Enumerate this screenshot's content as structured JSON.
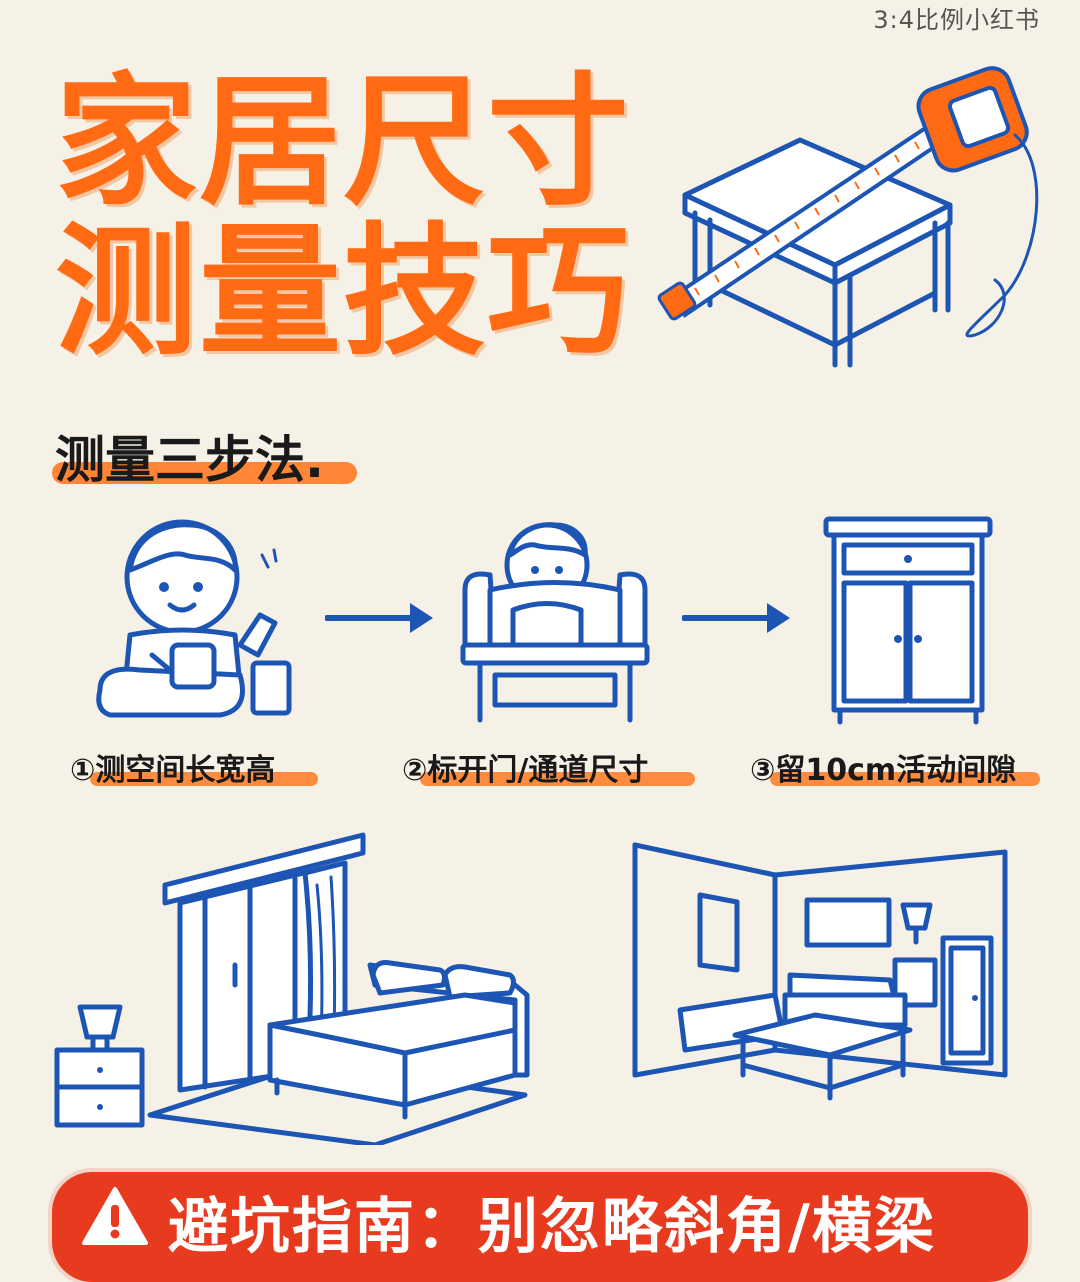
{
  "ratio_note": "3:4比例小红书",
  "title": {
    "line1": "家居尺寸",
    "line2": "测量技巧"
  },
  "section": {
    "title": "测量三步法."
  },
  "steps": [
    {
      "label": "①测空间长宽高"
    },
    {
      "label": "②标开门/通道尺寸"
    },
    {
      "label": "③留10cm活动间隙"
    }
  ],
  "banner": {
    "text": "避坑指南：别忽略斜角/横梁"
  },
  "colors": {
    "accent": "#ff6a13",
    "line_art": "#1d55b4",
    "banner_bg": "#e83a1f",
    "background": "#f6f1e6"
  },
  "icons": [
    "warning-triangle-icon",
    "arrow-right-icon"
  ]
}
